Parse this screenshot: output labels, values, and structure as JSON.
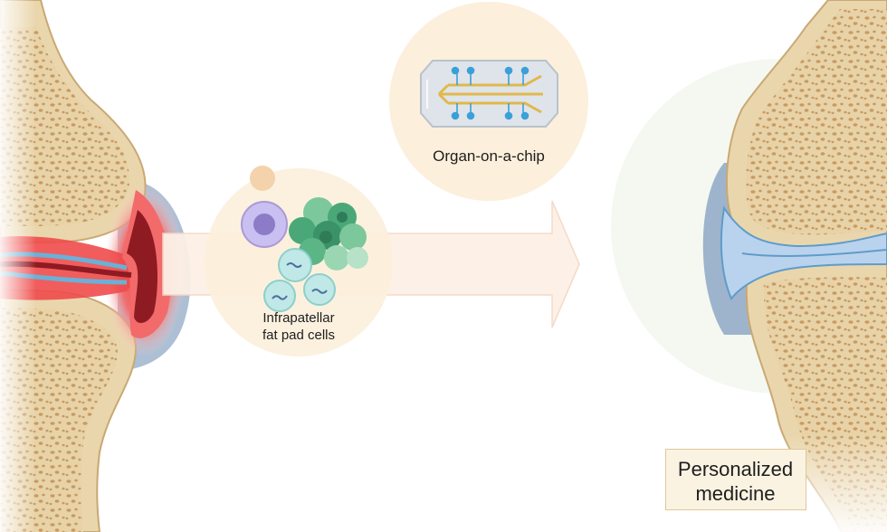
{
  "labels": {
    "chip": "Organ-on-a-chip",
    "cells_line1": "Infrapatellar",
    "cells_line2": "fat pad cells",
    "personalized_line1": "Personalized",
    "personalized_line2": "medicine"
  },
  "colors": {
    "bone": "#ead6ad",
    "bone_dark": "#dcbf8b",
    "bone_outline": "#c9a873",
    "pore": "#c99d66",
    "inflammation": "#e94a4a",
    "blood": "#8e1b22",
    "capsule": "#9db4cc",
    "cartilage": "#b9d3ee",
    "arrow": "#fdf0e6",
    "circle_bg": "#fcefdc",
    "chip_trace": "#e0b84c",
    "chip_dot": "#3aa0d8",
    "cell_green": "#4aa878",
    "cell_purple": "#a99ad6",
    "cell_teal": "#a8dcd9"
  },
  "icons": {
    "chip": "microfluidic-chip-icon",
    "cells": "cell-cluster-icon",
    "arrow": "arrow-right-icon"
  }
}
